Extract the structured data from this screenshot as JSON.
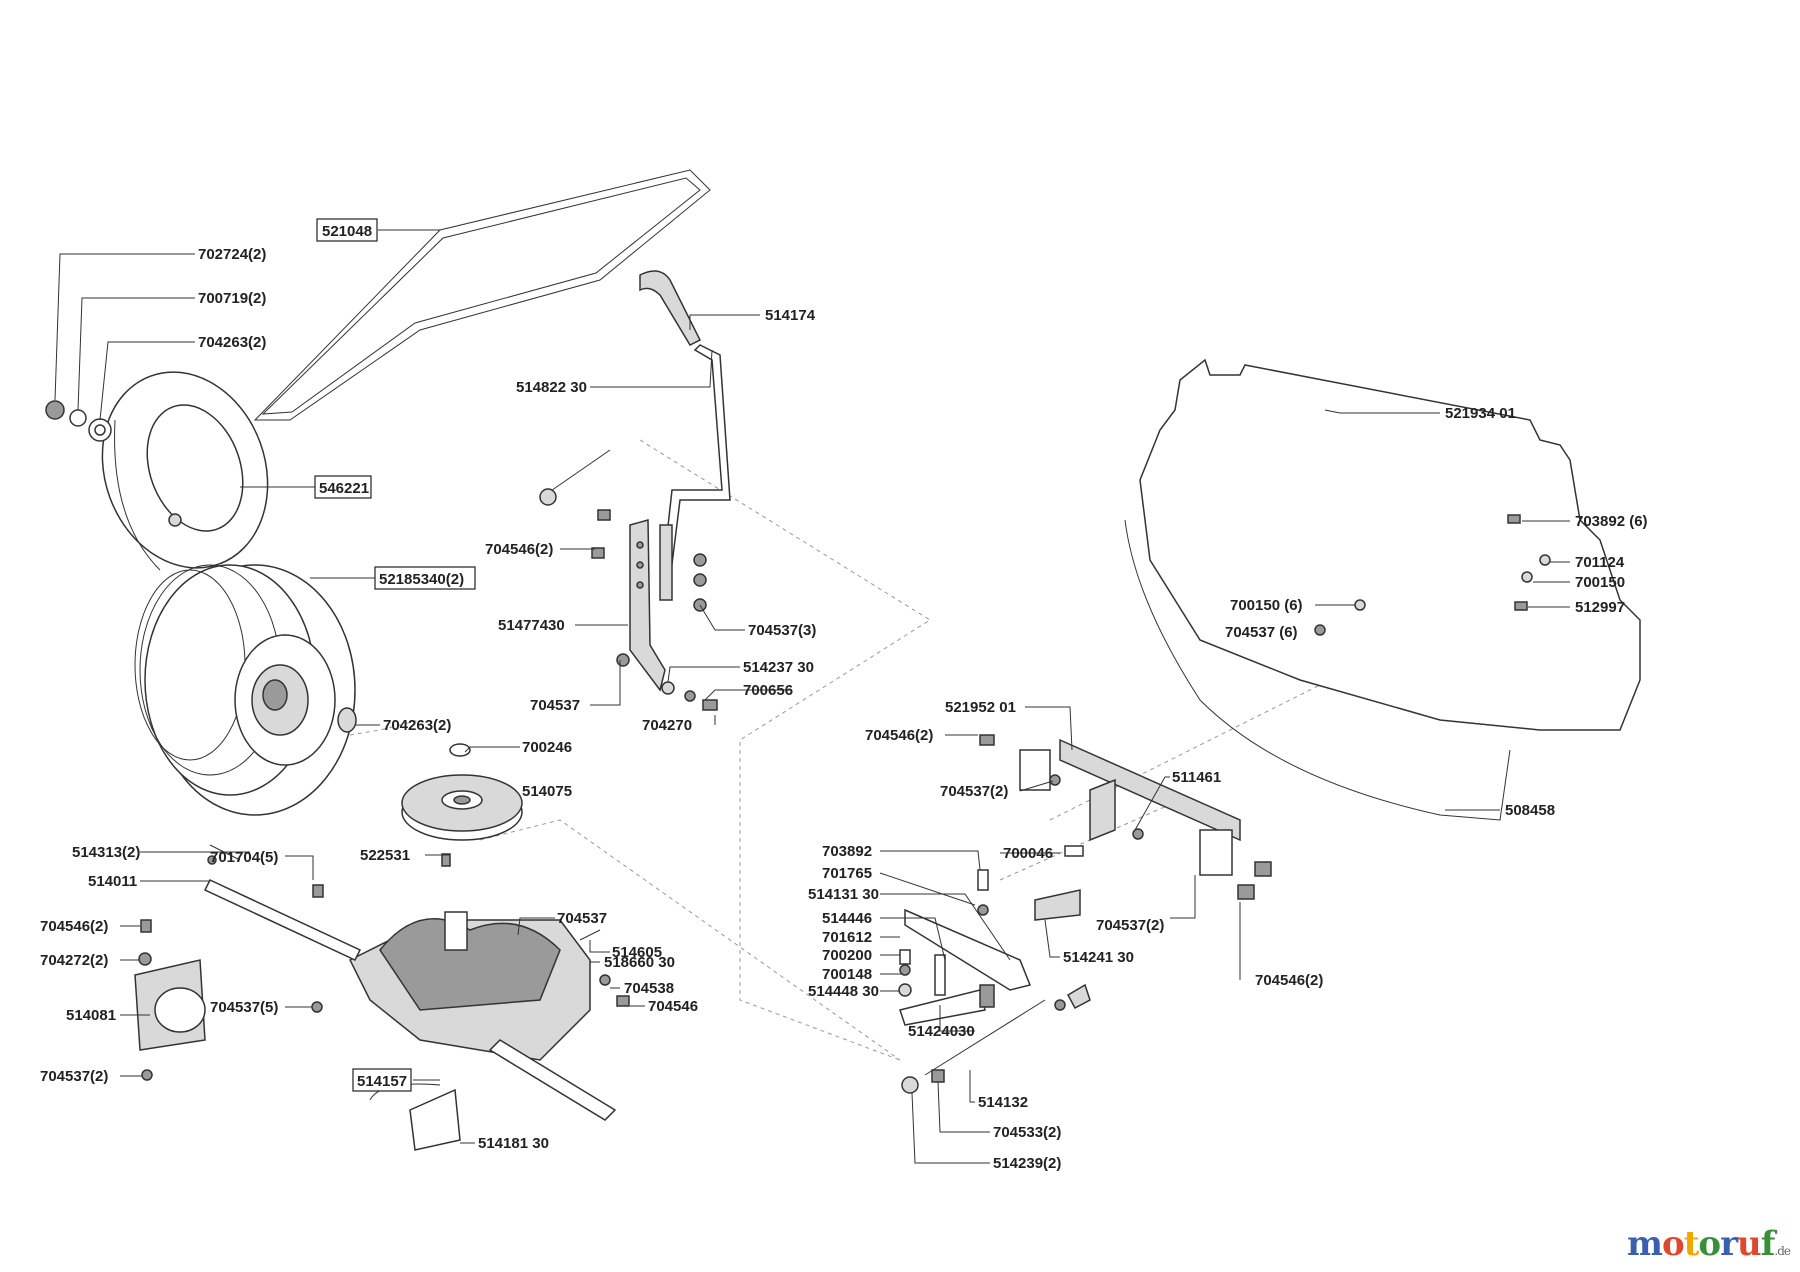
{
  "diagram": {
    "labels": [
      {
        "id": "521048",
        "text": "521048",
        "boxed": true
      },
      {
        "id": "702724",
        "text": "702724(2)"
      },
      {
        "id": "700719",
        "text": "700719(2)"
      },
      {
        "id": "704263a",
        "text": "704263(2)"
      },
      {
        "id": "546221",
        "text": "546221",
        "boxed": true
      },
      {
        "id": "52185340",
        "text": "52185340(2)",
        "boxed": true
      },
      {
        "id": "704263b",
        "text": "704263(2)"
      },
      {
        "id": "514174",
        "text": "514174"
      },
      {
        "id": "514822",
        "text": "514822 30"
      },
      {
        "id": "704546a",
        "text": "704546(2)"
      },
      {
        "id": "51477430",
        "text": "51477430"
      },
      {
        "id": "704537c",
        "text": "704537(3)"
      },
      {
        "id": "704537d",
        "text": "704537"
      },
      {
        "id": "514237",
        "text": "514237 30"
      },
      {
        "id": "700656",
        "text": "700656"
      },
      {
        "id": "704270",
        "text": "704270"
      },
      {
        "id": "700246",
        "text": "700246"
      },
      {
        "id": "514075",
        "text": "514075"
      },
      {
        "id": "522531",
        "text": "522531"
      },
      {
        "id": "514313",
        "text": "514313(2)"
      },
      {
        "id": "701704",
        "text": "701704(5)"
      },
      {
        "id": "514011",
        "text": "514011"
      },
      {
        "id": "704546b",
        "text": "704546(2)"
      },
      {
        "id": "704272",
        "text": "704272(2)"
      },
      {
        "id": "514081",
        "text": "514081"
      },
      {
        "id": "704537e",
        "text": "704537(5)"
      },
      {
        "id": "704537f",
        "text": "704537(2)"
      },
      {
        "id": "704537g",
        "text": "704537"
      },
      {
        "id": "514605",
        "text": "514605"
      },
      {
        "id": "518660",
        "text": "518660 30"
      },
      {
        "id": "704538",
        "text": "704538"
      },
      {
        "id": "704546c",
        "text": "704546"
      },
      {
        "id": "514157",
        "text": "514157",
        "boxed": true
      },
      {
        "id": "514181",
        "text": "514181 30"
      },
      {
        "id": "521934",
        "text": "521934 01"
      },
      {
        "id": "703892a",
        "text": "703892 (6)"
      },
      {
        "id": "701124",
        "text": "701124"
      },
      {
        "id": "700150a",
        "text": "700150"
      },
      {
        "id": "512997",
        "text": "512997"
      },
      {
        "id": "700150b",
        "text": "700150 (6)"
      },
      {
        "id": "704537h",
        "text": "704537 (6)"
      },
      {
        "id": "521952",
        "text": "521952 01"
      },
      {
        "id": "704546d",
        "text": "704546(2)"
      },
      {
        "id": "704537i",
        "text": "704537(2)"
      },
      {
        "id": "511461",
        "text": "511461"
      },
      {
        "id": "508458",
        "text": "508458"
      },
      {
        "id": "703892b",
        "text": "703892"
      },
      {
        "id": "700046",
        "text": "700046"
      },
      {
        "id": "701765",
        "text": "701765"
      },
      {
        "id": "514131",
        "text": "514131 30"
      },
      {
        "id": "514446",
        "text": "514446"
      },
      {
        "id": "701612",
        "text": "701612"
      },
      {
        "id": "700200",
        "text": "700200"
      },
      {
        "id": "700148",
        "text": "700148"
      },
      {
        "id": "514448",
        "text": "514448 30"
      },
      {
        "id": "514241",
        "text": "514241 30"
      },
      {
        "id": "704537j",
        "text": "704537(2)"
      },
      {
        "id": "704546e",
        "text": "704546(2)"
      },
      {
        "id": "51424030",
        "text": "51424030"
      },
      {
        "id": "514132",
        "text": "514132"
      },
      {
        "id": "704533",
        "text": "704533(2)"
      },
      {
        "id": "514239",
        "text": "514239(2)"
      }
    ]
  },
  "brand": {
    "name": "motoruf",
    "suffix": ".de"
  },
  "brand_colors": [
    "#3a5fb0",
    "#e0482e",
    "#f0a800",
    "#3a8f3a",
    "#3a5fb0",
    "#e0482e",
    "#3a8f3a"
  ]
}
